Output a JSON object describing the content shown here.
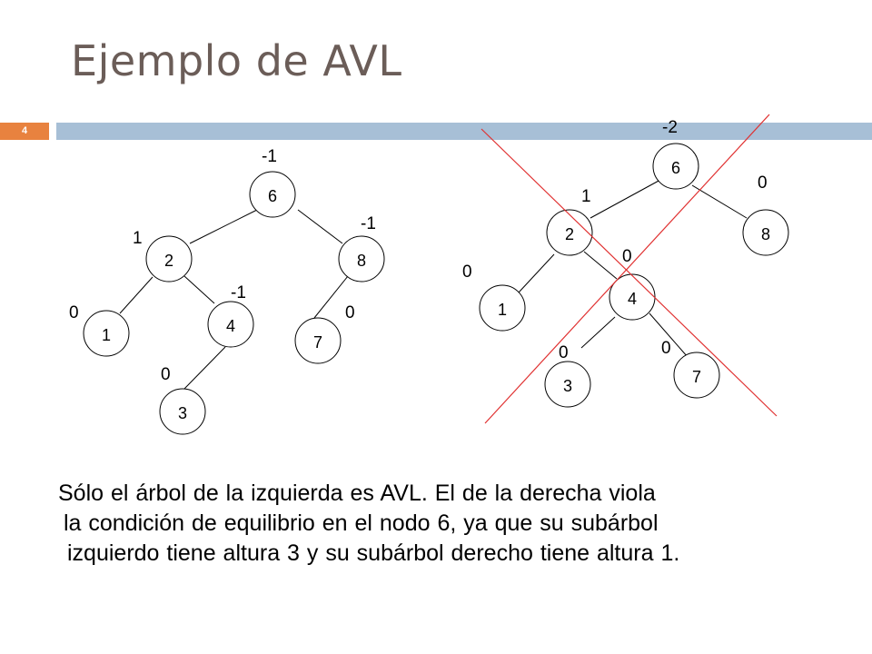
{
  "slide": {
    "title": "Ejemplo de AVL",
    "number": "4",
    "colors": {
      "title": "#6b5d58",
      "bar": "#a7bfd6",
      "number_box": "#e8823f",
      "cross": "#e03030"
    }
  },
  "trees": {
    "left": {
      "nodes": [
        {
          "key": "6"
        },
        {
          "key": "2"
        },
        {
          "key": "8"
        },
        {
          "key": "1"
        },
        {
          "key": "4"
        },
        {
          "key": "7"
        },
        {
          "key": "3"
        }
      ],
      "balance_factors": [
        "-1",
        "1",
        "-1",
        "0",
        "-1",
        "0",
        "0"
      ]
    },
    "right": {
      "nodes": [
        {
          "key": "6"
        },
        {
          "key": "2"
        },
        {
          "key": "8"
        },
        {
          "key": "1"
        },
        {
          "key": "4"
        },
        {
          "key": "3"
        },
        {
          "key": "7"
        }
      ],
      "balance_factors": [
        "-2",
        "1",
        "0",
        "0",
        "0",
        "0",
        "0"
      ]
    }
  },
  "caption": {
    "line1": "Sólo el árbol de la izquierda es AVL. El de la derecha viola",
    "line2": "la condición de equilibrio en el nodo 6, ya que su subárbol",
    "line3": "izquierdo tiene altura 3 y su subárbol derecho tiene altura 1."
  }
}
